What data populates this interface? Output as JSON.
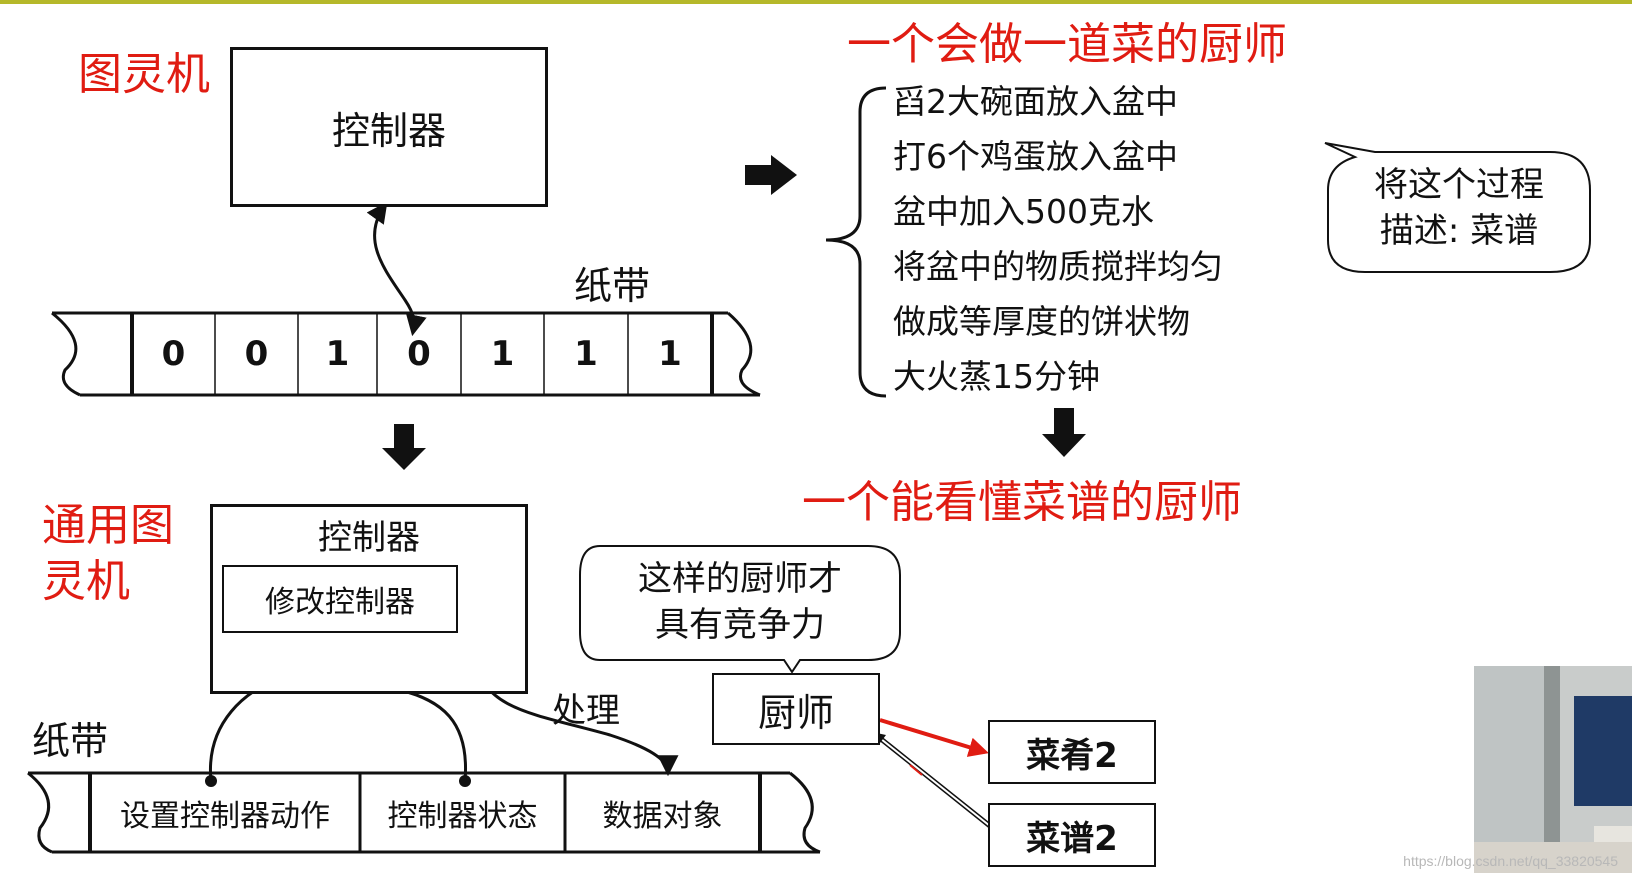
{
  "turing": {
    "title": "图灵机",
    "controller": "控制器",
    "tape_label": "纸带",
    "cells": [
      "0",
      "0",
      "1",
      "0",
      "1",
      "1",
      "1"
    ]
  },
  "recipe": {
    "title": "一个会做一道菜的厨师",
    "steps": [
      "舀2大碗面放入盆中",
      "打6个鸡蛋放入盆中",
      "盆中加入500克水",
      "将盆中的物质搅拌均匀",
      "做成等厚度的饼状物",
      "大火蒸15分钟"
    ],
    "bubble": [
      "将这个过程",
      "描述: 菜谱"
    ],
    "result_title": "一个能看懂菜谱的厨师"
  },
  "universal": {
    "title_lines": [
      "通用图",
      "灵机"
    ],
    "controller": "控制器",
    "modify": "修改控制器",
    "tape_label": "纸带",
    "cells": [
      "设置控制器动作",
      "控制器状态",
      "数据对象"
    ],
    "process": "处理"
  },
  "chef": {
    "bubble": [
      "这样的厨师才",
      "具有竞争力"
    ],
    "label": "厨师",
    "dish": "菜肴2",
    "recipe": "菜谱2"
  },
  "watermark": "https://blog.csdn.net/qq_33820545",
  "colors": {
    "accent_red": "#e01c12",
    "top_bar": "#b5b82a"
  }
}
